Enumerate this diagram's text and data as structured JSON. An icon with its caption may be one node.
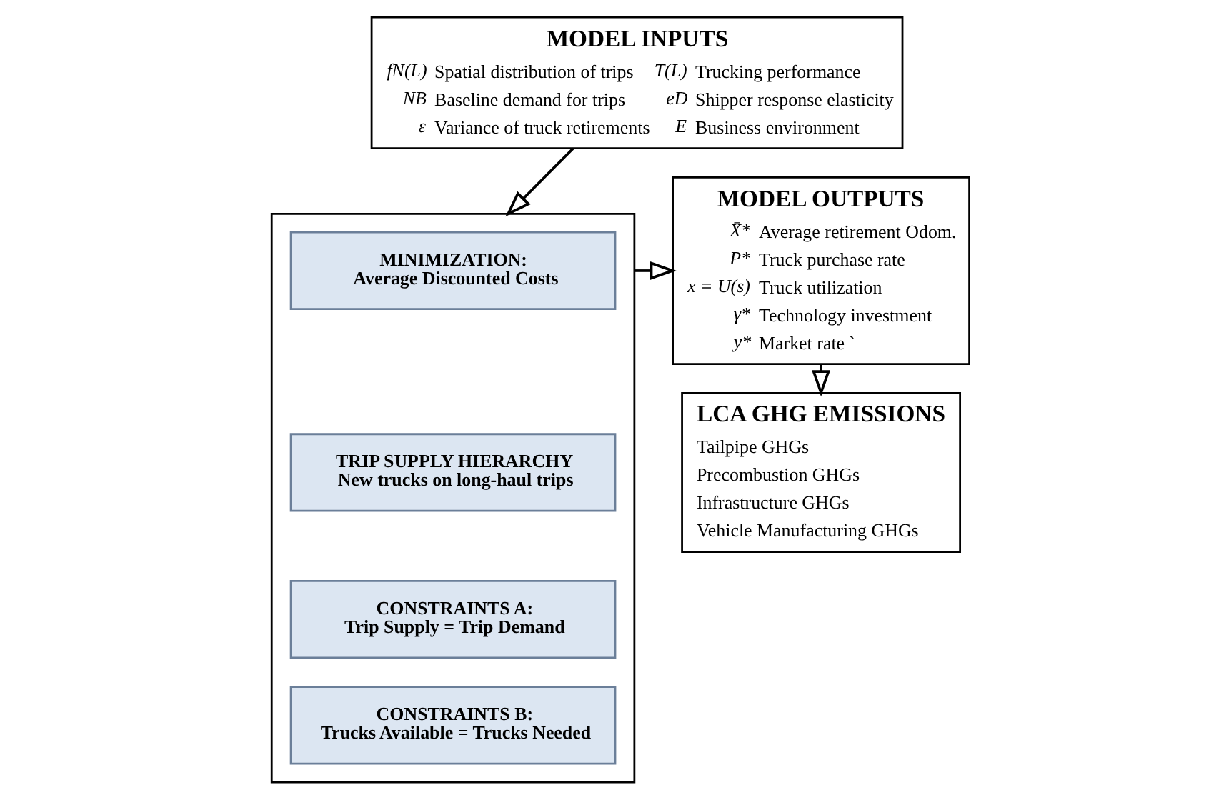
{
  "diagram": {
    "nodes": [
      {
        "text": [
          "MODEL INPUTS",
          "fN(L)",
          "Spatial distribution of trips",
          "T(L)",
          "Trucking performance",
          "NB",
          "Baseline demand for trips",
          "eD",
          "Shipper response elasticity",
          "ε",
          "Variance of truck retirements",
          "E",
          "Business environment"
        ]
      },
      {
        "text": [
          "MODEL OUTPUTS",
          "X̄*",
          "Average retirement Odom.",
          "P*",
          "Truck purchase rate",
          "x = U(s)",
          "Truck utilization",
          "γ*",
          "Technology investment",
          "y*",
          "Market rate `"
        ]
      },
      {
        "text": [
          "LCA GHG EMISSIONS",
          "Tailpipe GHGs",
          "Precombustion GHGs",
          "Infrastructure GHGs",
          "Vehicle Manufacturing GHGs"
        ]
      },
      {
        "text": [],
        "shape": "box"
      },
      {
        "text": [
          "MINIMIZATION:",
          "Average Discounted Costs"
        ],
        "in": 3
      },
      {
        "text": [
          "TRIP SUPPLY HIERARCHY",
          "New trucks on long-haul trips"
        ],
        "in": 3
      },
      {
        "text": [
          "CONSTRAINTS A:",
          "Trip Supply = Trip Demand"
        ],
        "in": 3
      },
      {
        "text": [
          "CONSTRAINTS B:",
          "Trucks Available = Trucks Needed"
        ],
        "in": 3
      }
    ],
    "edges": [
      {
        "from": 0,
        "to": 3,
        "arrow": "to"
      },
      {
        "from": 3,
        "to": 1,
        "arrow": "to"
      },
      {
        "from": 1,
        "to": 2,
        "arrow": "to"
      }
    ]
  }
}
